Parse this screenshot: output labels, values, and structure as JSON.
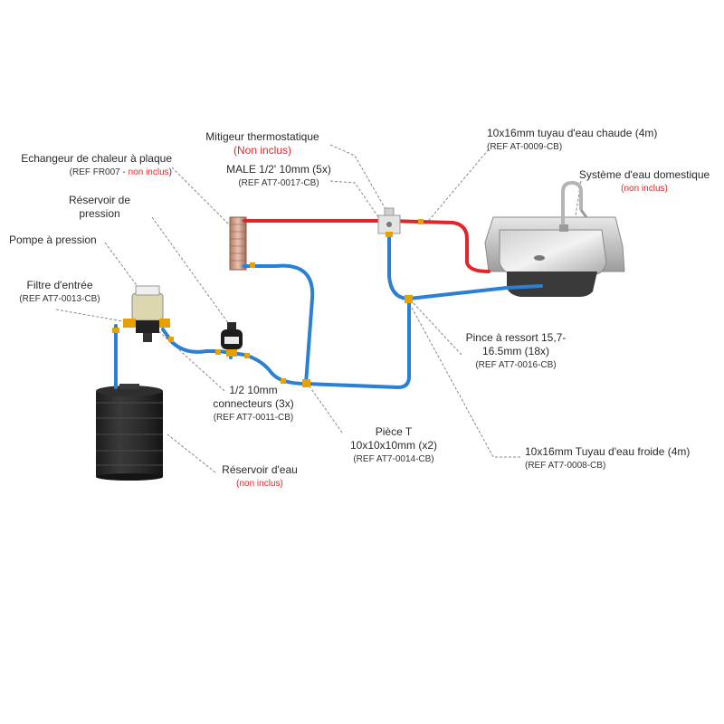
{
  "colors": {
    "hot_pipe": "#e0262b",
    "cold_pipe": "#2b7fd4",
    "note_red": "#e0262b",
    "leader": "#888888"
  },
  "labels": {
    "mitigeur": {
      "title": "Mitigeur thermostatique",
      "note": "(Non inclus)"
    },
    "male": {
      "title": "MALE 1/2' 10mm (5x)",
      "ref": "(REF AT7-0017-CB)"
    },
    "echangeur": {
      "title": "Echangeur de chaleur à plaque",
      "ref": "(REF FR007 - ",
      "note": "non inclus",
      "ref_end": ")"
    },
    "reservoir_pression": {
      "line1": "Réservoir de",
      "line2": "pression"
    },
    "pompe": {
      "title": "Pompe à pression"
    },
    "filtre": {
      "title": "Filtre d'entrée",
      "ref": "(REF AT7-0013-CB)"
    },
    "connecteurs": {
      "line1": "1/2 10mm",
      "line2": "connecteurs (3x)",
      "ref": "(REF AT7-0011-CB)"
    },
    "reservoir_eau": {
      "title": "Réservoir d'eau",
      "note": "(non inclus)"
    },
    "piece_t": {
      "line1": "Pièce T",
      "line2": "10x10x10mm (x2)",
      "ref": "(REF AT7-0014-CB)"
    },
    "pince": {
      "line1": "Pince à ressort 15,7-",
      "line2": "16.5mm (18x)",
      "ref": "(REF AT7-0016-CB)"
    },
    "tuyau_froide": {
      "title": "10x16mm Tuyau d'eau froide (4m)",
      "ref": "(REF AT7-0008-CB)"
    },
    "tuyau_chaude": {
      "title": "10x16mm tuyau d'eau chaude (4m)",
      "ref": "(REF AT-0009-CB)"
    },
    "systeme": {
      "title": "Système d'eau domestique",
      "note": "(non inclus)"
    }
  }
}
